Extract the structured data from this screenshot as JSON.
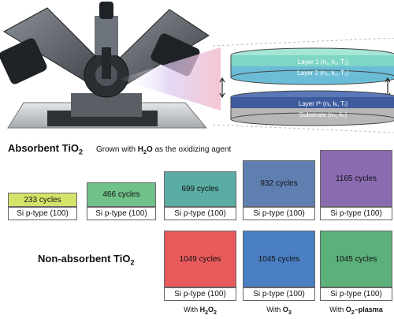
{
  "diagram": {
    "layers": [
      {
        "label": "Layer 1 (n₁, k₁, T₁)",
        "color": "#7fd6c4"
      },
      {
        "label": "Layer 2 (n₂, k₂, T₂)",
        "color": "#6bbcd6"
      },
      {
        "label": "Layer iᵗʰ (nᵢ, kᵢ, Tᵢ)",
        "color": "#3e5b9e"
      },
      {
        "label": "Substrate (nₛ, kₛ)",
        "color": "#b7b7b7"
      }
    ]
  },
  "absorbent": {
    "title": "Absorbent TiO",
    "title_sub": "2",
    "subtitle_pre": "Grown with ",
    "subtitle_bold": "H",
    "subtitle_bold_sub": "2",
    "subtitle_bold_tail": "O",
    "subtitle_post": " as the oxidizing agent",
    "samples": [
      {
        "cycles": "233 cycles",
        "substrate": "Si  p-type (100)",
        "color": "#d6e36a"
      },
      {
        "cycles": "466 cycles",
        "substrate": "Si  p-type (100)",
        "color": "#70c08a"
      },
      {
        "cycles": "699 cycles",
        "substrate": "Si  p-type (100)",
        "color": "#5aada3"
      },
      {
        "cycles": "932 cycles",
        "substrate": "Si  p-type (100)",
        "color": "#5f7fb0"
      },
      {
        "cycles": "1165 cycles",
        "substrate": "Si  p-type (100)",
        "color": "#8a6bb0"
      }
    ]
  },
  "non_absorbent": {
    "title": "Non-absorbent TiO",
    "title_sub": "2",
    "samples": [
      {
        "cycles": "1049 cycles",
        "substrate": "Si  p-type (100)",
        "color": "#e85a5c",
        "caption_pre": "With ",
        "caption_bold": "H",
        "caption_sub": "2",
        "caption_bold2": "O",
        "caption_sub2": "2"
      },
      {
        "cycles": "1045 cycles",
        "substrate": "Si  p-type (100)",
        "color": "#4a7fc4",
        "caption_pre": "With ",
        "caption_bold": "O",
        "caption_sub": "3",
        "caption_bold2": "",
        "caption_sub2": ""
      },
      {
        "cycles": "1045 cycles",
        "substrate": "Si  p-type (100)",
        "color": "#5cb07a",
        "caption_pre": "With ",
        "caption_bold": "O",
        "caption_sub": "2",
        "caption_bold2": "–plasma",
        "caption_sub2": ""
      }
    ]
  },
  "colors": {
    "frame": "#666666",
    "instrument_dark": "#3a3d42",
    "instrument_light": "#9aa0a6"
  }
}
